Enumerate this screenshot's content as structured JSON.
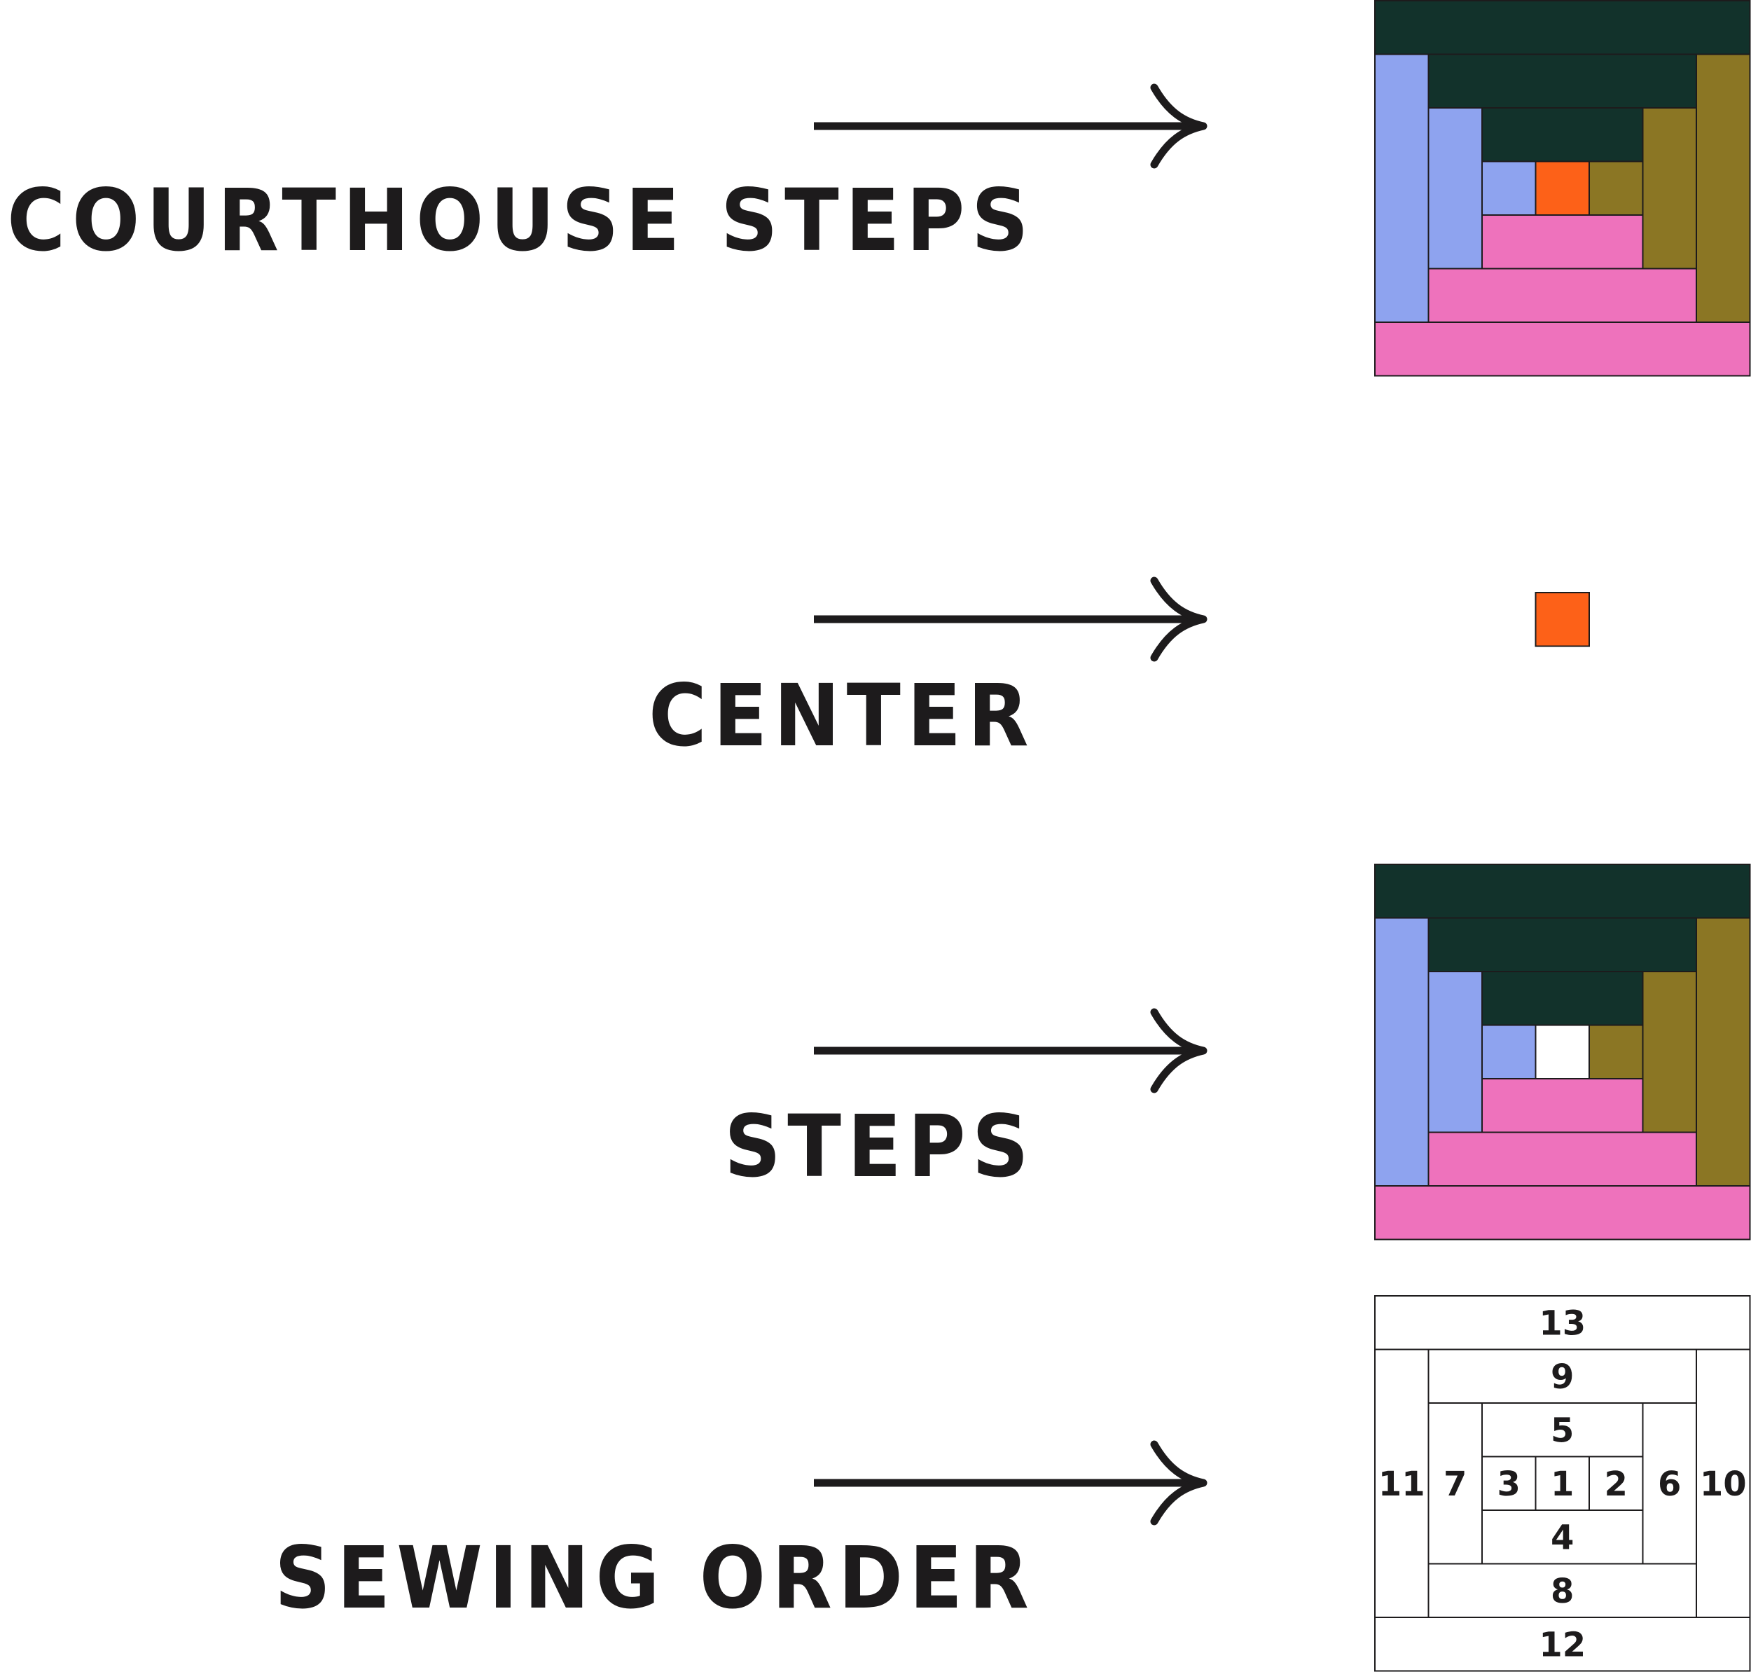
{
  "labels": {
    "courthouse_steps": "COURTHOUSE STEPS",
    "center": "CENTER",
    "steps": "STEPS",
    "sewing_order": "SEWING ORDER"
  },
  "colors": {
    "ink": "#1d1b1c",
    "dark_green": "#12322b",
    "periwinkle": "#8ea3ef",
    "olive": "#8b7624",
    "pink": "#ee72bc",
    "orange": "#fd6118",
    "white": "#ffffff"
  },
  "block_pieces": [
    {
      "order": "1",
      "color": "orange"
    },
    {
      "order": "2",
      "color": "olive"
    },
    {
      "order": "3",
      "color": "periwinkle"
    },
    {
      "order": "4",
      "color": "pink"
    },
    {
      "order": "5",
      "color": "dark_green"
    },
    {
      "order": "6",
      "color": "olive"
    },
    {
      "order": "7",
      "color": "periwinkle"
    },
    {
      "order": "8",
      "color": "pink"
    },
    {
      "order": "9",
      "color": "dark_green"
    },
    {
      "order": "10",
      "color": "olive"
    },
    {
      "order": "11",
      "color": "periwinkle"
    },
    {
      "order": "12",
      "color": "pink"
    },
    {
      "order": "13",
      "color": "dark_green"
    }
  ]
}
